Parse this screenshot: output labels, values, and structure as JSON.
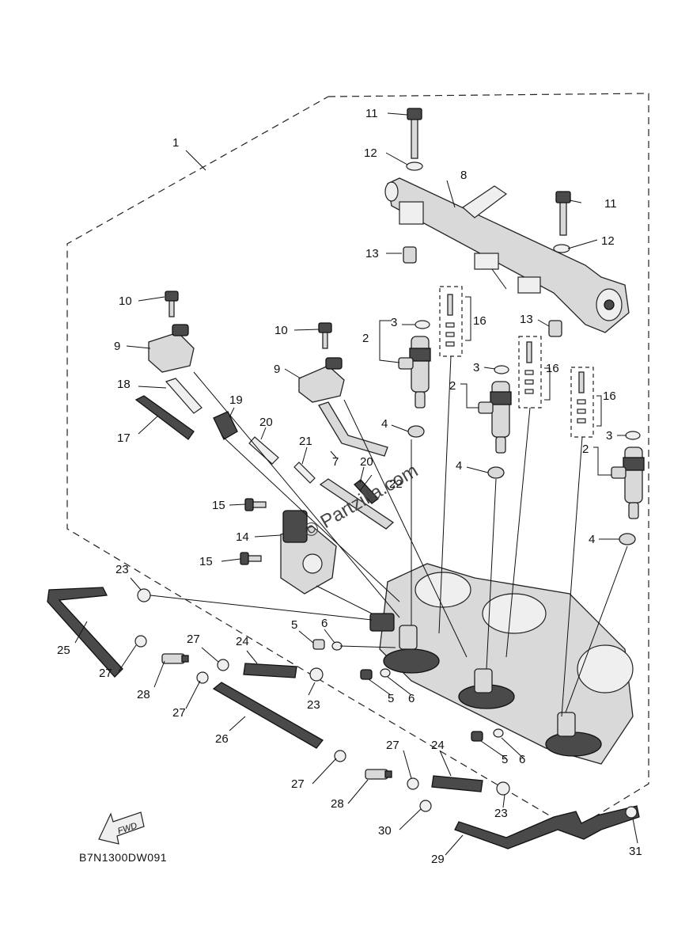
{
  "diagram": {
    "code": "B7N1300DW091",
    "watermark": "© Partzilla.com",
    "fwd_label": "FWD",
    "callouts": {
      "c1": "1",
      "c2a": "2",
      "c2b": "2",
      "c2c": "2",
      "c3a": "3",
      "c3b": "3",
      "c3c": "3",
      "c4a": "4",
      "c4b": "4",
      "c4c": "4",
      "c5a": "5",
      "c5b": "5",
      "c5c": "5",
      "c6a": "6",
      "c6b": "6",
      "c6c": "6",
      "c7": "7",
      "c8": "8",
      "c9a": "9",
      "c9b": "9",
      "c10a": "10",
      "c10b": "10",
      "c11a": "11",
      "c11b": "11",
      "c12a": "12",
      "c12b": "12",
      "c13a": "13",
      "c13b": "13",
      "c14": "14",
      "c15a": "15",
      "c15b": "15",
      "c16a": "16",
      "c16b": "16",
      "c16c": "16",
      "c17": "17",
      "c18": "18",
      "c19": "19",
      "c20a": "20",
      "c20b": "20",
      "c21": "21",
      "c22": "22",
      "c23a": "23",
      "c23b": "23",
      "c23c": "23",
      "c24a": "24",
      "c24b": "24",
      "c25": "25",
      "c26": "26",
      "c27a": "27",
      "c27b": "27",
      "c27c": "27",
      "c27d": "27",
      "c27e": "27",
      "c28a": "28",
      "c28b": "28",
      "c29": "29",
      "c30": "30",
      "c31": "31"
    }
  }
}
